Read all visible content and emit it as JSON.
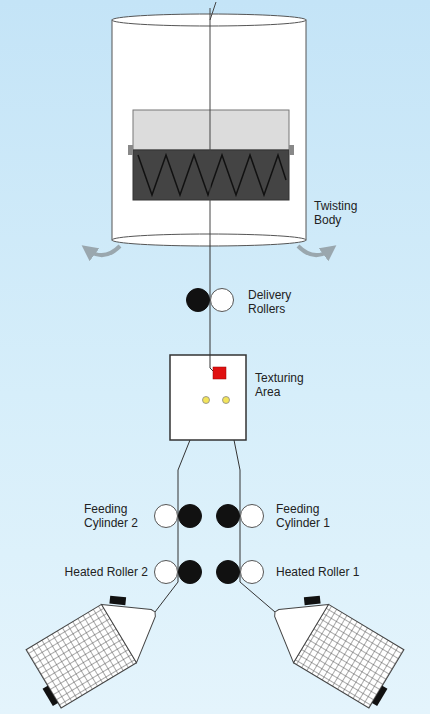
{
  "diagram": {
    "labels": [
      "Twisting Body",
      "Delivery Rollers",
      "Texturing Area",
      "Feeding Cylinder 2",
      "Feeding Cylinder 1",
      "Heated Roller 2",
      "Heated Roller 1"
    ]
  }
}
